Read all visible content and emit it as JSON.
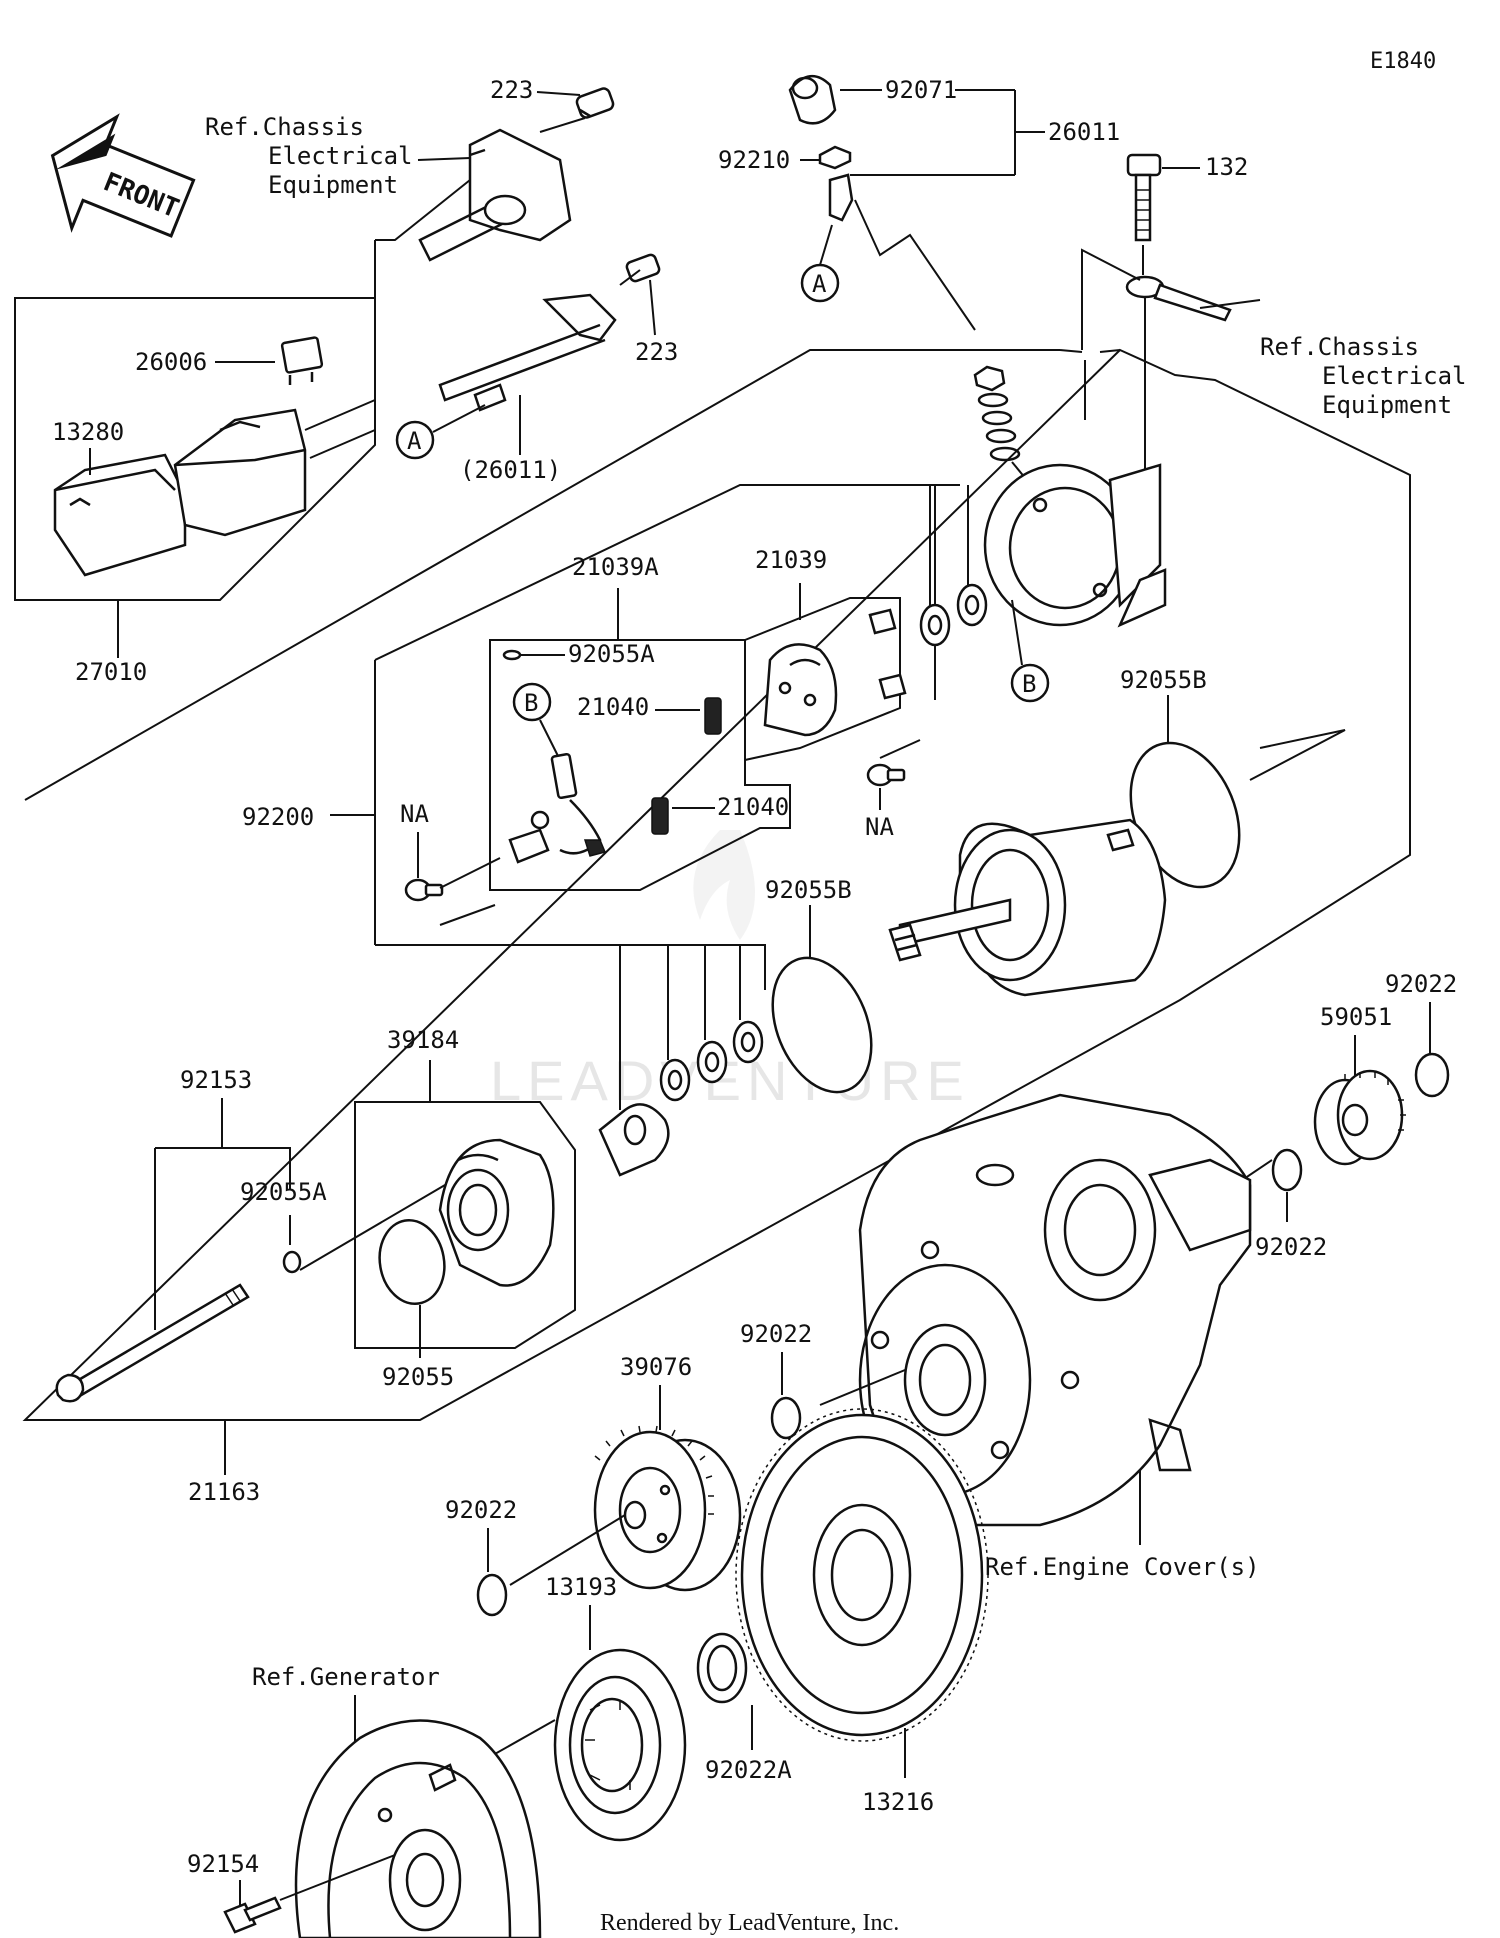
{
  "diagram_code": "E1840",
  "front_label": "FRONT",
  "credit": "Rendered by LeadVenture, Inc.",
  "watermark": "LEADVENTURE",
  "refs": {
    "chassis_left": [
      "Ref.Chassis",
      "Electrical",
      "Equipment"
    ],
    "chassis_right": [
      "Ref.Chassis",
      "Electrical",
      "Equipment"
    ],
    "engine_cover": "Ref.Engine Cover(s)",
    "generator": "Ref.Generator"
  },
  "callouts": {
    "a1": "A",
    "a2": "A",
    "b1": "B",
    "b2": "B"
  },
  "parts": {
    "p223_top": "223",
    "p223_mid": "223",
    "p26006": "26006",
    "p13280": "13280",
    "p27010": "27010",
    "p26011_paren": "(26011)",
    "p92071": "92071",
    "p92210": "92210",
    "p26011": "26011",
    "p132": "132",
    "p21039A": "21039A",
    "p21039": "21039",
    "p92055A_top": "92055A",
    "p21040_a": "21040",
    "p21040_b": "21040",
    "p92200": "92200",
    "pNA_left": "NA",
    "pNA_right": "NA",
    "p92055B_right": "92055B",
    "p92055B_mid": "92055B",
    "p39184": "39184",
    "p92153": "92153",
    "p92055A_left": "92055A",
    "p92055": "92055",
    "p21163": "21163",
    "p92022_tr": "92022",
    "p59051": "59051",
    "p92022_r": "92022",
    "p92022_c": "92022",
    "p39076": "39076",
    "p92022_l": "92022",
    "p13193": "13193",
    "p92022A": "92022A",
    "p13216": "13216",
    "p92154": "92154"
  }
}
